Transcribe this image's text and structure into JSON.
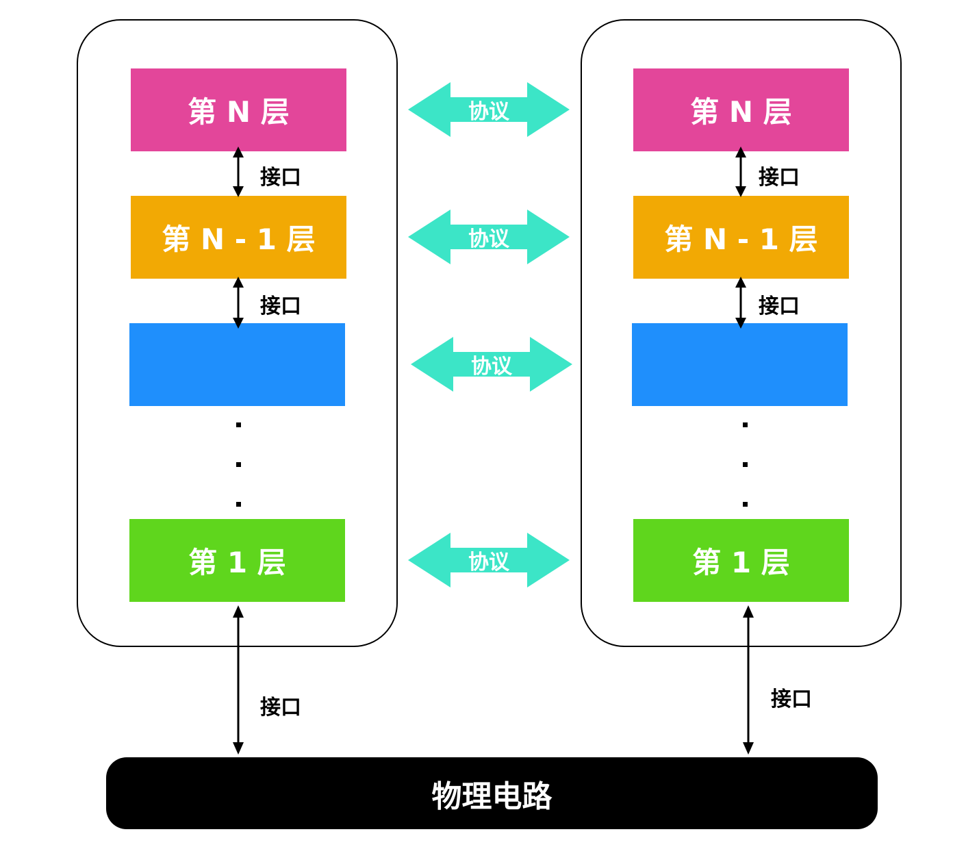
{
  "layers": {
    "layer_n": "第 N 层",
    "layer_n_minus_1": "第 N - 1 层",
    "layer_middle": "",
    "layer_1": "第 1 层"
  },
  "interface_label": "接口",
  "protocol_label": "协议",
  "physical_medium": "物理电路",
  "colors": {
    "layer_n": "#e3469a",
    "layer_n_minus_1": "#f2a904",
    "layer_middle": "#1f8ffc",
    "layer_1": "#5fd61d",
    "protocol_arrow": "#3ce5c7",
    "physical_medium": "#000000"
  }
}
